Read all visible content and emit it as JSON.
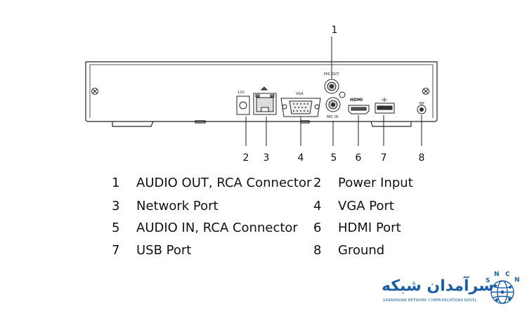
{
  "callouts": [
    "1",
    "2",
    "3",
    "4",
    "5",
    "6",
    "7",
    "8"
  ],
  "port_labels": {
    "mic_out": "MIC OUT",
    "mic_in": "MIC IN",
    "vga": "VGA",
    "hdmi": "HDMI",
    "power": "12V"
  },
  "legend": [
    {
      "num": "1",
      "label": "AUDIO OUT, RCA Connector"
    },
    {
      "num": "2",
      "label": "Power Input"
    },
    {
      "num": "3",
      "label": "Network Port"
    },
    {
      "num": "4",
      "label": "VGA Port"
    },
    {
      "num": "5",
      "label": "AUDIO IN, RCA Connector"
    },
    {
      "num": "6",
      "label": "HDMI Port"
    },
    {
      "num": "7",
      "label": "USB Port"
    },
    {
      "num": "8",
      "label": "Ground"
    }
  ],
  "logo": {
    "persian": "سرآمدان شبکه",
    "english": "SARAMADAN NETWORK COMMUNICATIONS NOVEL",
    "letters": [
      "S",
      "N",
      "C",
      "N"
    ],
    "color": "#1b5fa8"
  }
}
